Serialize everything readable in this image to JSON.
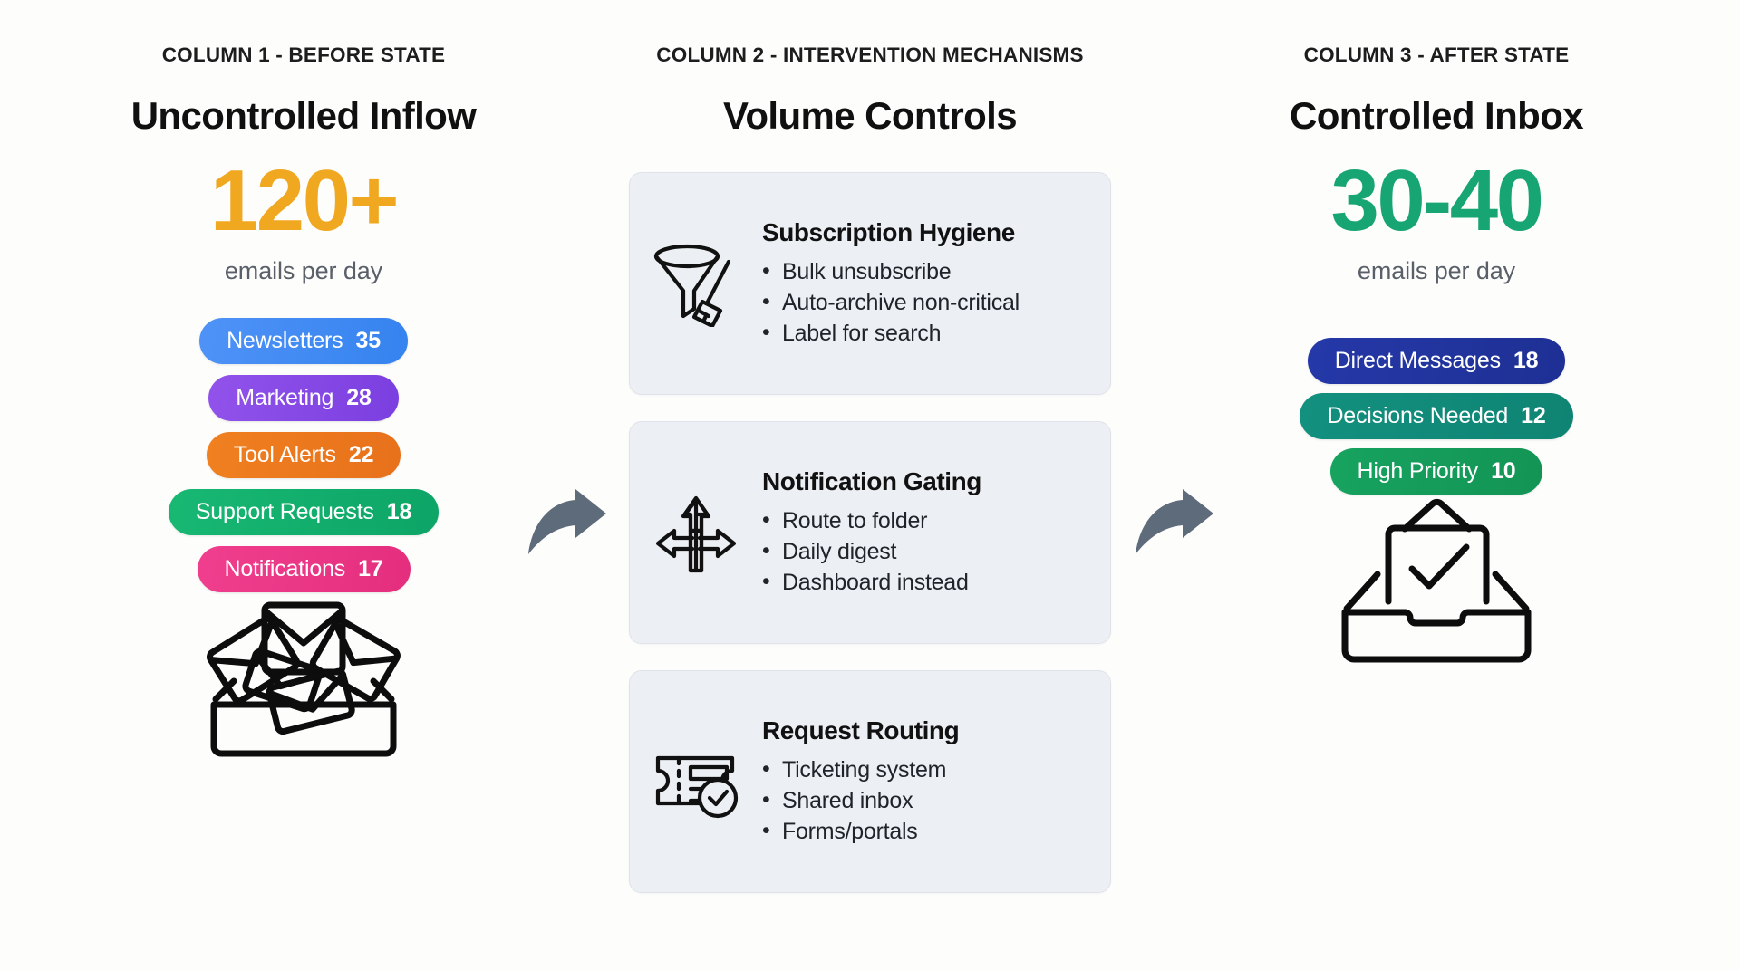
{
  "columns": {
    "before": {
      "kicker": "COLUMN 1 - BEFORE STATE",
      "title": "Uncontrolled Inflow",
      "stat_number": "120+",
      "stat_caption": "emails per day",
      "stat_color": "#f0a820",
      "pills": [
        {
          "label": "Newsletters",
          "count": "35",
          "color": "#3f8cf4"
        },
        {
          "label": "Marketing",
          "count": "28",
          "color": "#8447e6"
        },
        {
          "label": "Tool Alerts",
          "count": "22",
          "color": "#ef7a1d"
        },
        {
          "label": "Support Requests",
          "count": "18",
          "color": "#12ac6c"
        },
        {
          "label": "Notifications",
          "count": "17",
          "color": "#ec3584"
        }
      ],
      "illustration": "overflowing-inbox-icon"
    },
    "middle": {
      "kicker": "COLUMN 2 - INTERVENTION MECHANISMS",
      "title": "Volume Controls",
      "cards": [
        {
          "title": "Subscription Hygiene",
          "icon": "funnel-broom-icon",
          "items": [
            "Bulk unsubscribe",
            "Auto-archive non-critical",
            "Label for search"
          ]
        },
        {
          "title": "Notification Gating",
          "icon": "branching-arrows-icon",
          "items": [
            "Route to folder",
            "Daily digest",
            "Dashboard instead"
          ]
        },
        {
          "title": "Request Routing",
          "icon": "ticket-check-icon",
          "items": [
            "Ticketing system",
            "Shared inbox",
            "Forms/portals"
          ]
        }
      ]
    },
    "after": {
      "kicker": "COLUMN 3 - AFTER STATE",
      "title": "Controlled Inbox",
      "stat_number": "30-40",
      "stat_caption": "emails per day",
      "stat_color": "#17a673",
      "pills": [
        {
          "label": "Direct Messages",
          "count": "18",
          "color": "#21349e"
        },
        {
          "label": "Decisions Needed",
          "count": "12",
          "color": "#118a79"
        },
        {
          "label": "High Priority",
          "count": "10",
          "color": "#159c5a"
        }
      ],
      "illustration": "tidy-inbox-check-icon"
    }
  },
  "connectors": [
    {
      "name": "arrow-before-to-middle",
      "icon": "curved-arrow-right-icon",
      "color": "#5e6b7a"
    },
    {
      "name": "arrow-middle-to-after",
      "icon": "curved-arrow-right-icon",
      "color": "#5e6b7a"
    }
  ],
  "theme": {
    "background": "#fdfdfc",
    "card_background": "#eceff3",
    "card_border": "#dfe3e9",
    "text_primary": "#101010",
    "text_muted": "#5a6069"
  }
}
